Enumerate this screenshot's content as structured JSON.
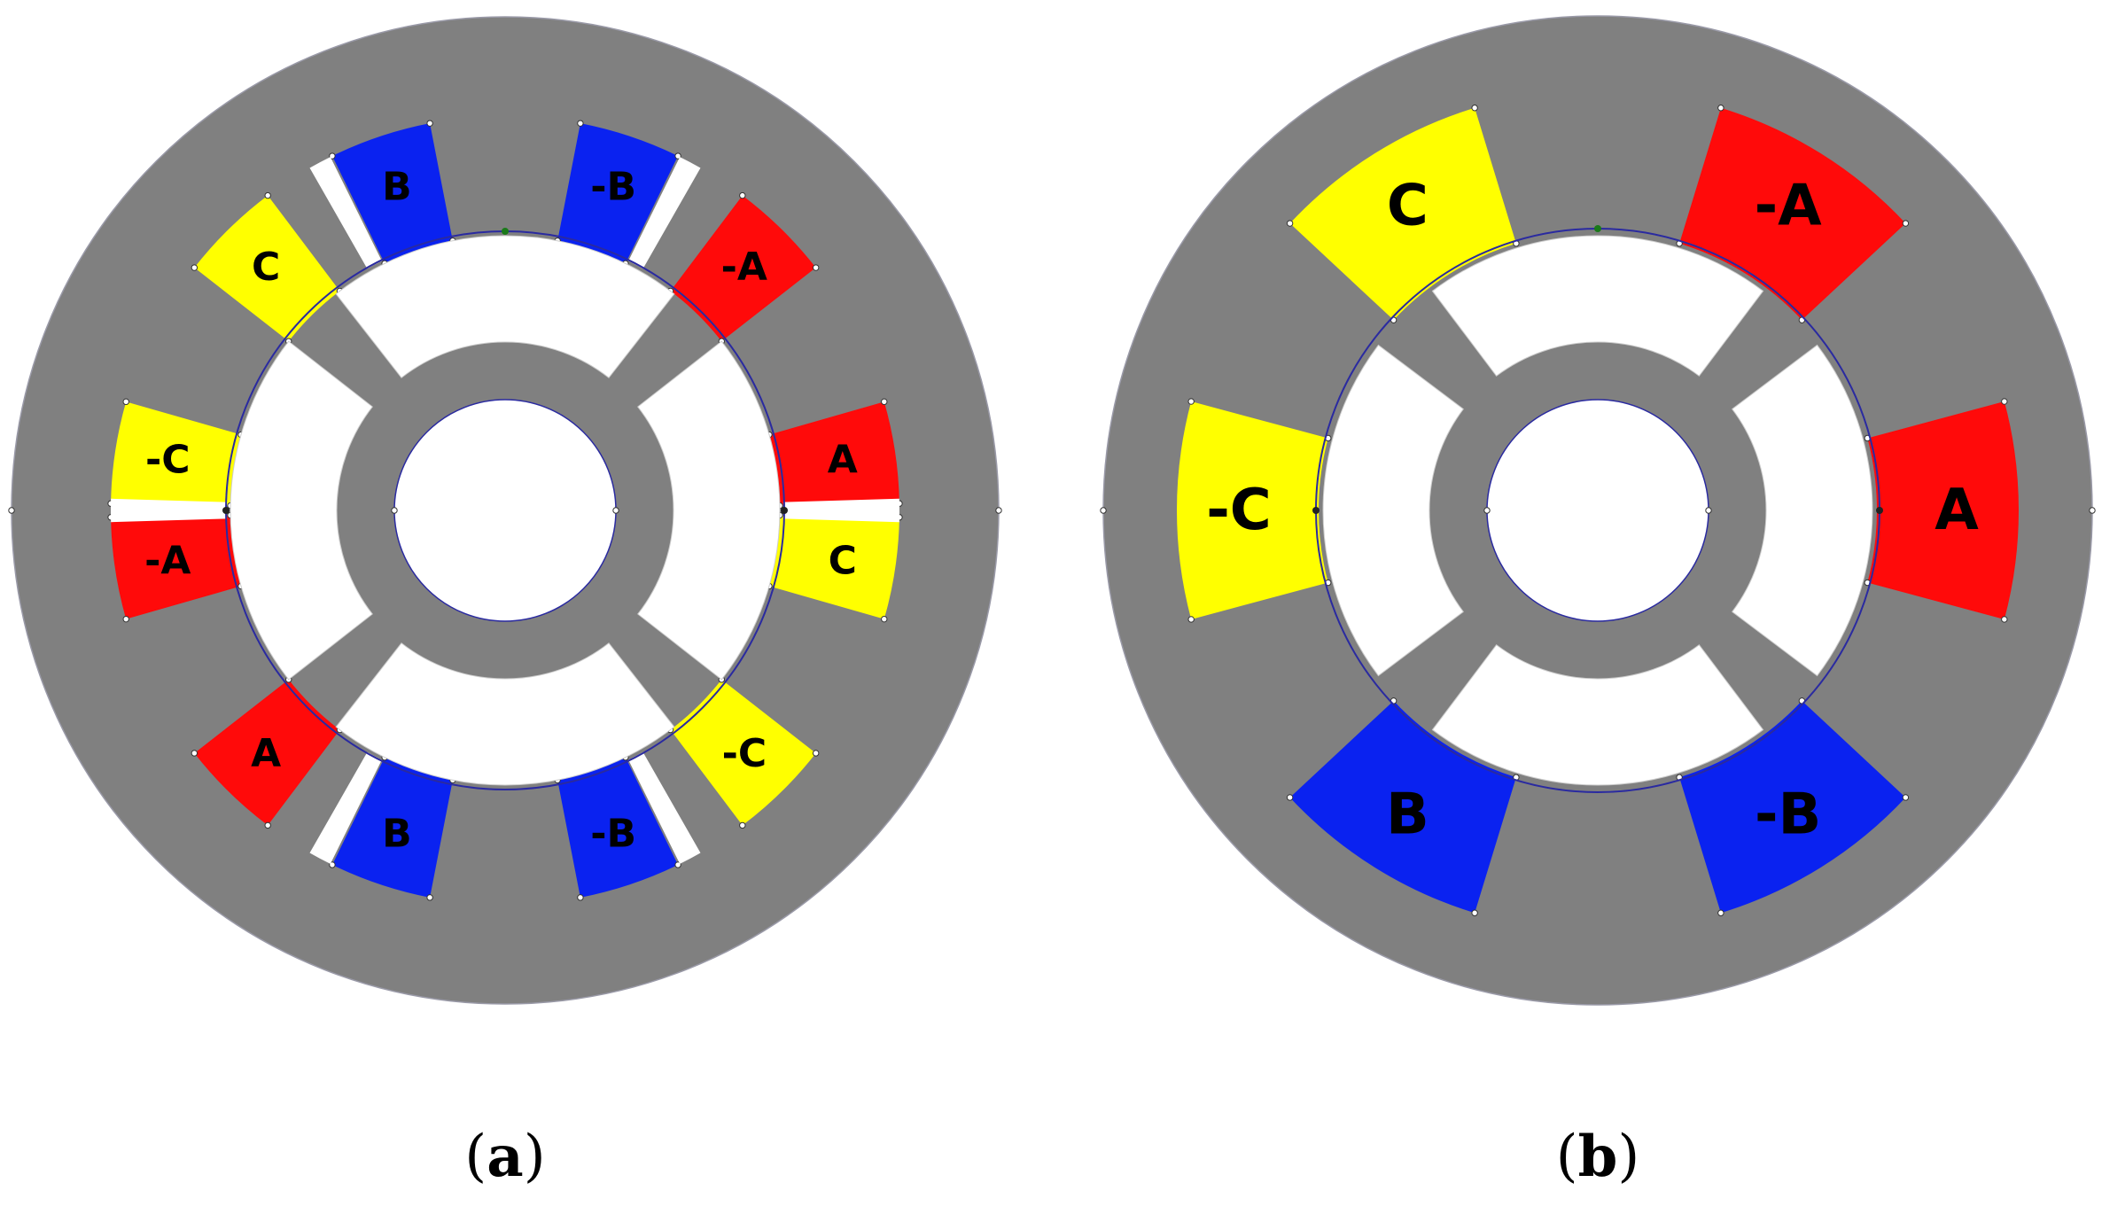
{
  "figure": {
    "colors": {
      "background": "#ffffff",
      "iron": "#808080",
      "outline": "#2a2aa0",
      "air": "#ffffff",
      "phase_A": "#ff0a0a",
      "phase_B": "#0a22f0",
      "phase_C": "#ffff00",
      "vertex": "#ffffff"
    },
    "panels": [
      {
        "id": "a",
        "caption": "(a)",
        "caption_paren_open": "(",
        "caption_letter": "a",
        "caption_paren_close": ")",
        "stator_teeth": 12,
        "rotor_poles": 4,
        "coils": [
          {
            "label": "B",
            "phase": "B"
          },
          {
            "label": "-B",
            "phase": "B"
          },
          {
            "label": "-A",
            "phase": "A"
          },
          {
            "label": "A",
            "phase": "A"
          },
          {
            "label": "C",
            "phase": "C"
          },
          {
            "label": "-C",
            "phase": "C"
          },
          {
            "label": "-B",
            "phase": "B"
          },
          {
            "label": "B",
            "phase": "B"
          },
          {
            "label": "A",
            "phase": "A"
          },
          {
            "label": "-A",
            "phase": "A"
          },
          {
            "label": "-C",
            "phase": "C"
          },
          {
            "label": "C",
            "phase": "C"
          }
        ]
      },
      {
        "id": "b",
        "caption": "(b)",
        "caption_paren_open": "(",
        "caption_letter": "b",
        "caption_paren_close": ")",
        "stator_teeth": 6,
        "rotor_poles": 4,
        "coils": [
          {
            "label": "-A",
            "phase": "A"
          },
          {
            "label": "A",
            "phase": "A"
          },
          {
            "label": "-B",
            "phase": "B"
          },
          {
            "label": "B",
            "phase": "B"
          },
          {
            "label": "-C",
            "phase": "C"
          },
          {
            "label": "C",
            "phase": "C"
          }
        ]
      }
    ]
  }
}
